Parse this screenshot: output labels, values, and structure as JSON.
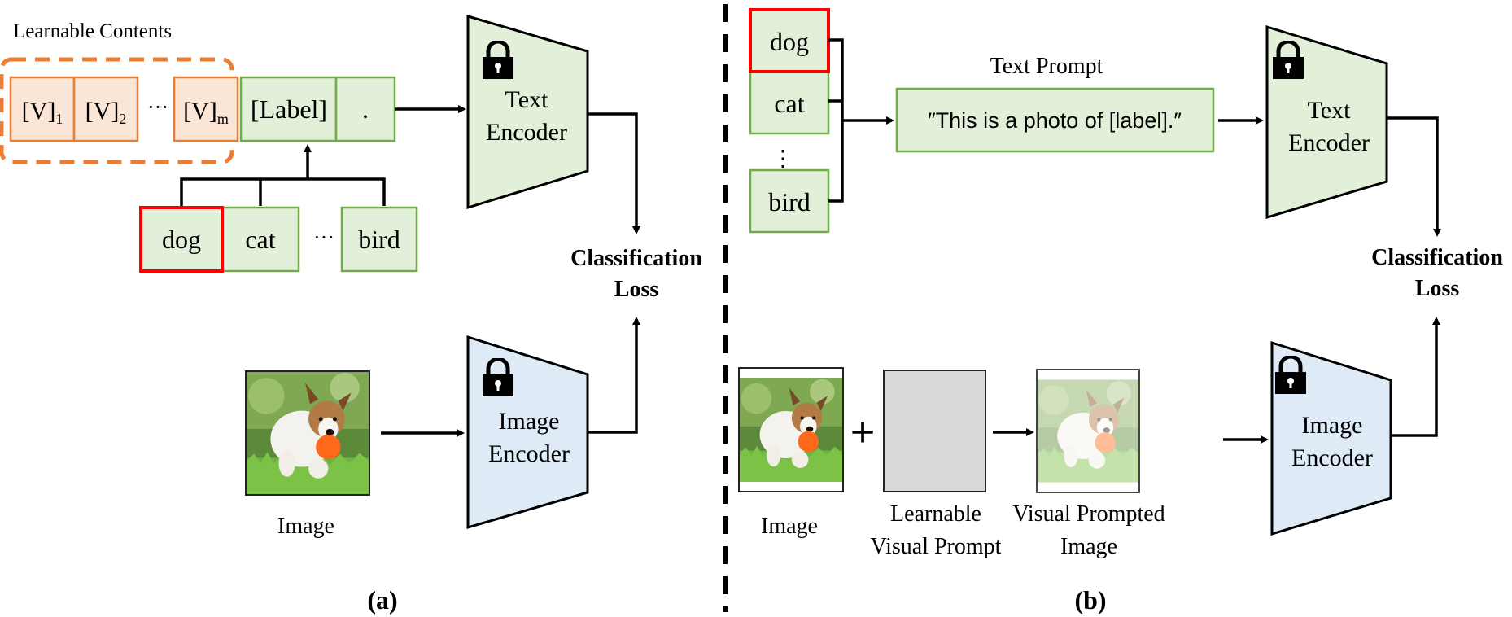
{
  "panel_a": {
    "caption": "(a)",
    "learnable_contents_label": "Learnable Contents",
    "tokens": [
      {
        "base": "[V]",
        "sub": "1"
      },
      {
        "base": "[V]",
        "sub": "2"
      },
      {
        "base": "[V]",
        "sub": "m"
      }
    ],
    "ellipsis": "···",
    "label_token": "[Label]",
    "period_token": ".",
    "classes": [
      "dog",
      "cat",
      "bird"
    ],
    "selected_class": "dog",
    "text_encoder": [
      "Text",
      "Encoder"
    ],
    "image_encoder": [
      "Image",
      "Encoder"
    ],
    "image_label": "Image",
    "loss_label": [
      "Classification",
      "Loss"
    ]
  },
  "panel_b": {
    "caption": "(b)",
    "classes": [
      "dog",
      "cat",
      "bird"
    ],
    "vertical_ellipsis": "⋮",
    "selected_class": "dog",
    "text_prompt_title": "Text Prompt",
    "text_prompt": "″This is a photo of [label].″",
    "text_encoder": [
      "Text",
      "Encoder"
    ],
    "image_encoder": [
      "Image",
      "Encoder"
    ],
    "image_label": "Image",
    "plus": "+",
    "learnable_prompt_label": [
      "Learnable",
      "Visual Prompt"
    ],
    "prompted_image_label": [
      "Visual Prompted",
      "Image"
    ],
    "loss_label": [
      "Classification",
      "Loss"
    ]
  },
  "colors": {
    "learnable_fill": "#fae5d6",
    "learnable_stroke": "#ed7d31",
    "label_fill": "#e2efd9",
    "label_stroke": "#70ad47",
    "selected_stroke": "#ff0000",
    "text_encoder_fill": "#e2efd9",
    "image_encoder_fill": "#deebf7",
    "visual_prompt_fill": "#d9d9d9"
  }
}
